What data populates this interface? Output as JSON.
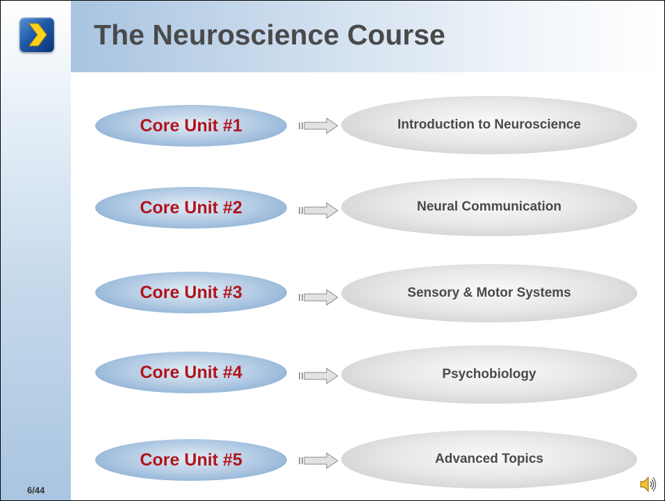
{
  "slide": {
    "title": "The Neuroscience Course",
    "page_number": "6/44"
  },
  "nav": {
    "next_icon": "chevron-right-icon"
  },
  "audio": {
    "icon": "speaker-icon"
  },
  "units": [
    {
      "label": "Core Unit #1",
      "topic": "Introduction to Neuroscience"
    },
    {
      "label": "Core Unit #2",
      "topic": "Neural Communication"
    },
    {
      "label": "Core Unit #3",
      "topic": "Sensory & Motor Systems"
    },
    {
      "label": "Core Unit #4",
      "topic": "Psychobiology"
    },
    {
      "label": "Core Unit #5",
      "topic": "Advanced Topics"
    }
  ],
  "colors": {
    "unit_text": "#b0141c",
    "title_text": "#4a4a4a",
    "nav_button": "#1e5aa8"
  }
}
